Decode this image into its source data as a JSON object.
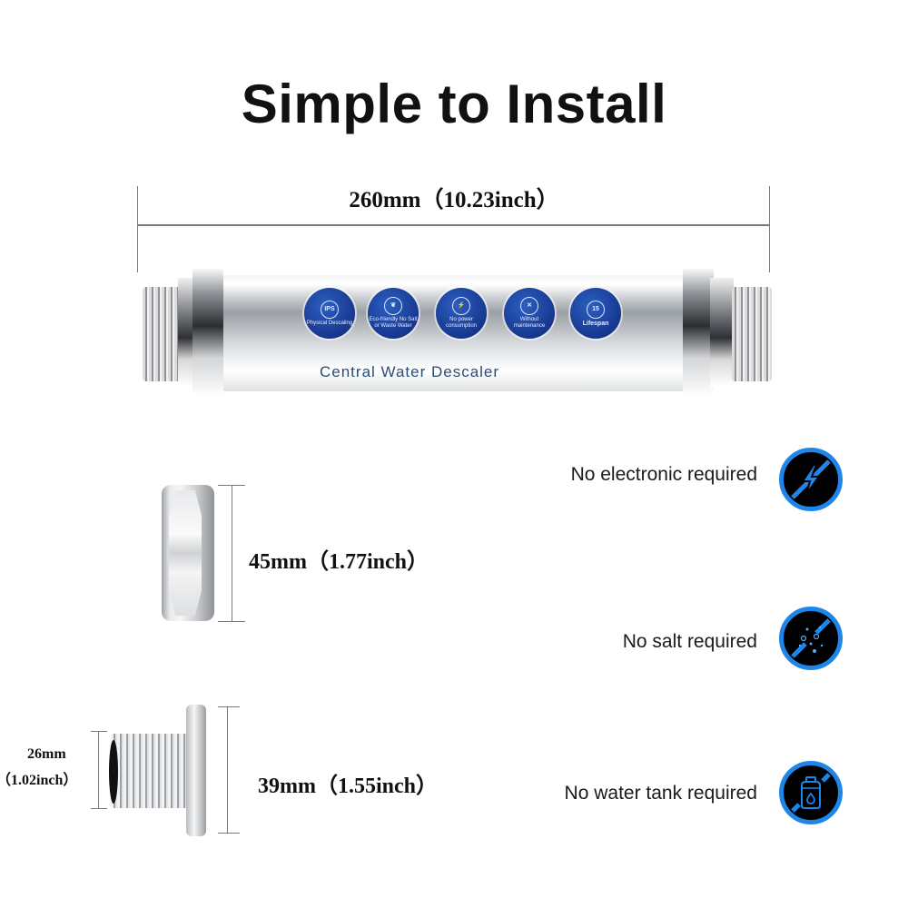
{
  "title": "Simple to Install",
  "product": {
    "label": "Central Water Descaler",
    "length_dimension": "260mm（10.23inch）",
    "badges": [
      {
        "icon": "ips-icon",
        "glyph": "IPS",
        "label": "Physical Descaling"
      },
      {
        "icon": "leaf-icon",
        "glyph": "❦",
        "label": "Eco-friendly No Salt or Waste Water"
      },
      {
        "icon": "shield-bolt-icon",
        "glyph": "⚡",
        "label": "No power consumption"
      },
      {
        "icon": "tools-icon",
        "glyph": "✕",
        "label": "Without maintenance"
      },
      {
        "icon": "fifteen-icon",
        "glyph": "15",
        "label": "Lifespan"
      }
    ]
  },
  "parts": {
    "nut": {
      "dimension": "45mm（1.77inch）"
    },
    "fitting": {
      "height_dimension": "39mm（1.55inch）",
      "diameter_mm": "26mm",
      "diameter_inch": "（1.02inch）"
    }
  },
  "features": [
    {
      "text": "No electronic required",
      "icon": "no-electricity-icon"
    },
    {
      "text": "No salt required",
      "icon": "no-salt-icon"
    },
    {
      "text": "No water tank required",
      "icon": "no-water-tank-icon"
    }
  ],
  "colors": {
    "accent_blue": "#1e86e8",
    "badge_blue": "#17378f",
    "label_blue": "#2c4d72"
  }
}
